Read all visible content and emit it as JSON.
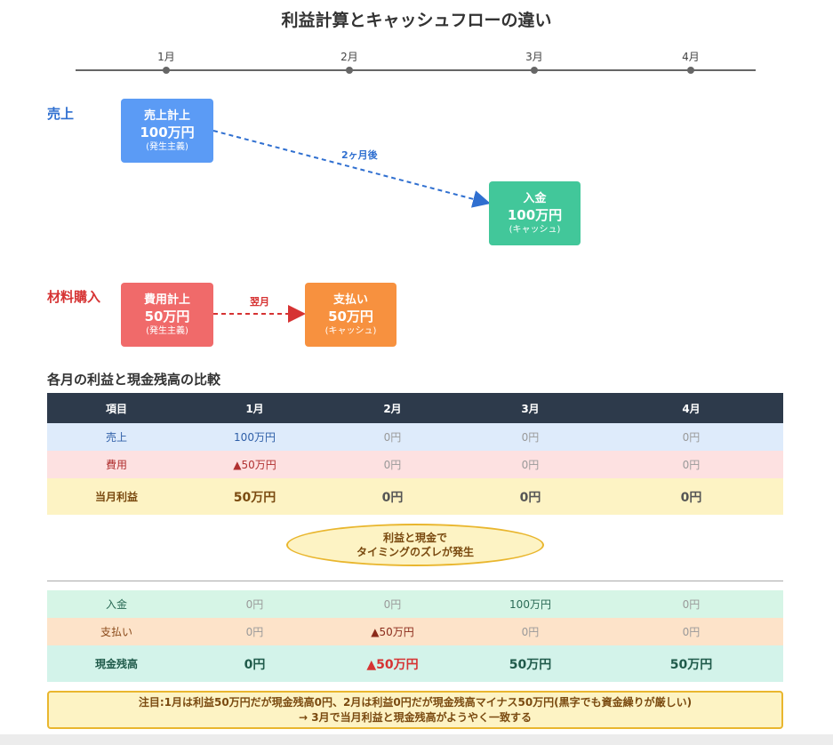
{
  "title": "利益計算とキャッシュフローの違い",
  "timeline": {
    "months": [
      "1月",
      "2月",
      "3月",
      "4月"
    ]
  },
  "sales_section": {
    "label": "売上",
    "label_color": "#2f6fd0",
    "record_box": {
      "line1": "売上計上",
      "line2": "100万円",
      "line3": "(発生主義)",
      "color": "#5b9bf5"
    },
    "arrow_label": "2ヶ月後",
    "arrow_color": "#2f6fd0",
    "cash_box": {
      "line1": "入金",
      "line2": "100万円",
      "line3": "(キャッシュ)",
      "color": "#42c79a"
    }
  },
  "purchase_section": {
    "label": "材料購入",
    "label_color": "#d63333",
    "record_box": {
      "line1": "費用計上",
      "line2": "50万円",
      "line3": "(発生主義)",
      "color": "#f06a6a"
    },
    "arrow_label": "翌月",
    "arrow_color": "#d63333",
    "cash_box": {
      "line1": "支払い",
      "line2": "50万円",
      "line3": "(キャッシュ)",
      "color": "#f7913f"
    }
  },
  "table_title": "各月の利益と現金残高の比較",
  "table": {
    "headers": [
      "項目",
      "1月",
      "2月",
      "3月",
      "4月"
    ],
    "sales": [
      "売上",
      "100万円",
      "0円",
      "0円",
      "0円"
    ],
    "expense": [
      "費用",
      "▲50万円",
      "0円",
      "0円",
      "0円"
    ],
    "profit": [
      "当月利益",
      "50万円",
      "0円",
      "0円",
      "0円"
    ]
  },
  "gap_callout": {
    "line1": "利益と現金で",
    "line2": "タイミングのズレが発生"
  },
  "cash_table": {
    "inflow": [
      "入金",
      "0円",
      "0円",
      "100万円",
      "0円"
    ],
    "outflow": [
      "支払い",
      "0円",
      "▲50万円",
      "0円",
      "0円"
    ],
    "balance": [
      "現金残高",
      "0円",
      "▲50万円",
      "50万円",
      "50万円"
    ]
  },
  "note": {
    "line1": "注目:1月は利益50万円だが現金残高0円、2月は利益0円だが現金残高マイナス50万円(黒字でも資金繰りが厳しい)",
    "line2": "→ 3月で当月利益と現金残高がようやく一致する"
  },
  "colors": {
    "negative": "#d63333",
    "profit_text": "#7a4a10",
    "cash_text": "#1f5a4a"
  }
}
